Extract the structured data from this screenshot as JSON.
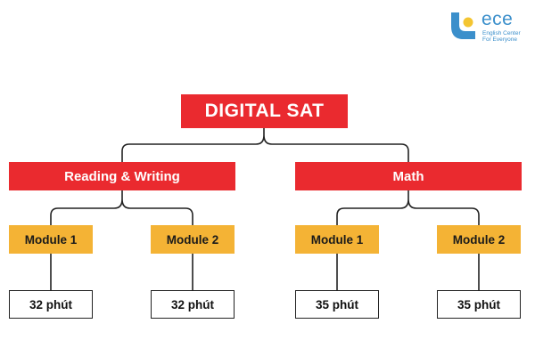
{
  "logo": {
    "name": "ece",
    "tagline_line1": "English Center",
    "tagline_line2": "For Everyone",
    "colors": {
      "blue": "#3b8fcb",
      "yellow": "#f4c531"
    }
  },
  "root": {
    "label": "DIGITAL SAT"
  },
  "sections": [
    {
      "label": "Reading & Writing",
      "modules": [
        {
          "label": "Module 1",
          "time": "32 phút"
        },
        {
          "label": "Module 2",
          "time": "32 phút"
        }
      ]
    },
    {
      "label": "Math",
      "modules": [
        {
          "label": "Module 1",
          "time": "35 phút"
        },
        {
          "label": "Module 2",
          "time": "35 phút"
        }
      ]
    }
  ],
  "colors": {
    "section": "#ea2a2f",
    "module": "#f4b335",
    "connector": "#222222"
  }
}
